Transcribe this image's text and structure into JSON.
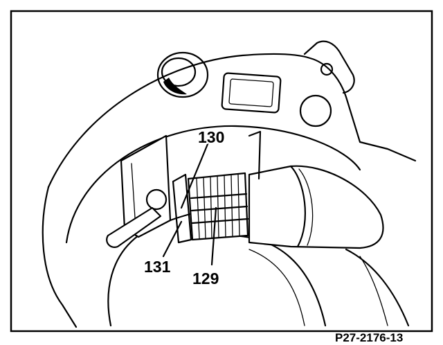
{
  "diagram": {
    "callouts": {
      "part_130": "130",
      "part_131": "131",
      "part_129": "129"
    },
    "figure_id": "P27-2176-13"
  },
  "colors": {
    "line": "#000000",
    "background": "#ffffff"
  }
}
